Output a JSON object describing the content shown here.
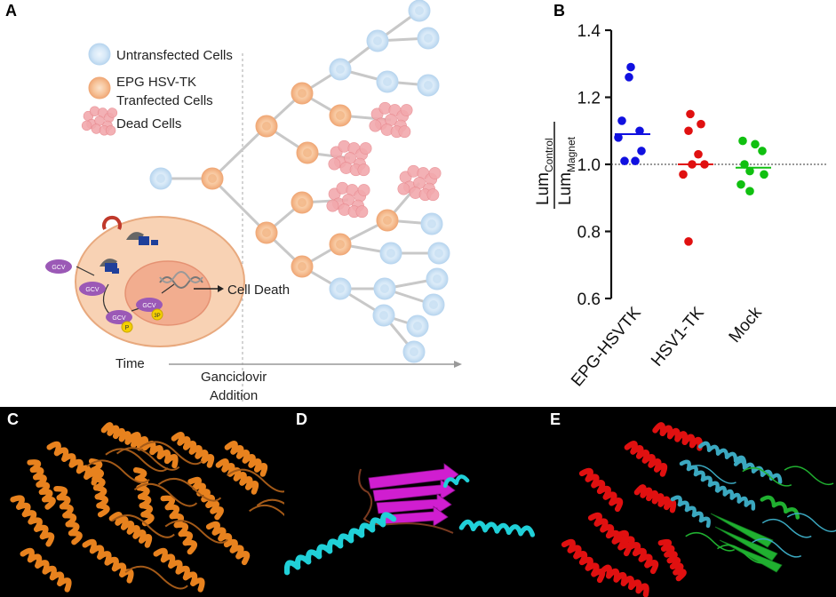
{
  "panels": {
    "a": "A",
    "b": "B",
    "c": "C",
    "d": "D",
    "e": "E"
  },
  "panel_a": {
    "legend": {
      "untransfected": "Untransfected Cells",
      "transfected_line1": "EPG HSV-TK",
      "transfected_line2": "Tranfected Cells",
      "dead": "Dead Cells"
    },
    "gcv": "GCV",
    "p": "P",
    "ppp": "3P",
    "cell_death": "Cell Death",
    "time": "Time",
    "ganciclovir_line1": "Ganciclovir",
    "ganciclovir_line2": "Addition",
    "colors": {
      "untransfected": "#d6e8f7",
      "transfected": "#f7c49a",
      "dead": "#f2a9ad",
      "cell_body": "#f8d2b4",
      "nucleus": "#f2a98c",
      "gcv": "#9b59b6"
    }
  },
  "chart_data": {
    "type": "scatter",
    "ylabel_num_main": "Lum",
    "ylabel_num_sub": "Control",
    "ylabel_den_main": "Lum",
    "ylabel_den_sub": "Magnet",
    "ylim": [
      0.6,
      1.4
    ],
    "yticks": [
      "0.6",
      "0.8",
      "1.0",
      "1.2",
      "1.4"
    ],
    "reference_line": 1.0,
    "categories": [
      "EPG-HSVTK",
      "HSV1-TK",
      "Mock"
    ],
    "series": [
      {
        "category": "EPG-HSVTK",
        "color": "#1010e0",
        "values": [
          1.29,
          1.26,
          1.13,
          1.1,
          1.08,
          1.04,
          1.01,
          1.01
        ],
        "median": 1.09
      },
      {
        "category": "HSV1-TK",
        "color": "#e01010",
        "values": [
          1.15,
          1.12,
          1.1,
          1.03,
          1.0,
          1.0,
          0.97,
          0.77
        ],
        "median": 1.0
      },
      {
        "category": "Mock",
        "color": "#10c010",
        "values": [
          1.07,
          1.06,
          1.04,
          1.0,
          0.98,
          0.97,
          0.94,
          0.92
        ],
        "median": 0.99
      }
    ]
  },
  "structures": {
    "c_color": "#e8821e",
    "d_colors": [
      "#d01ed0",
      "#20d0d8"
    ],
    "e_colors": [
      "#e01010",
      "#3ba8c0",
      "#20b030"
    ]
  }
}
